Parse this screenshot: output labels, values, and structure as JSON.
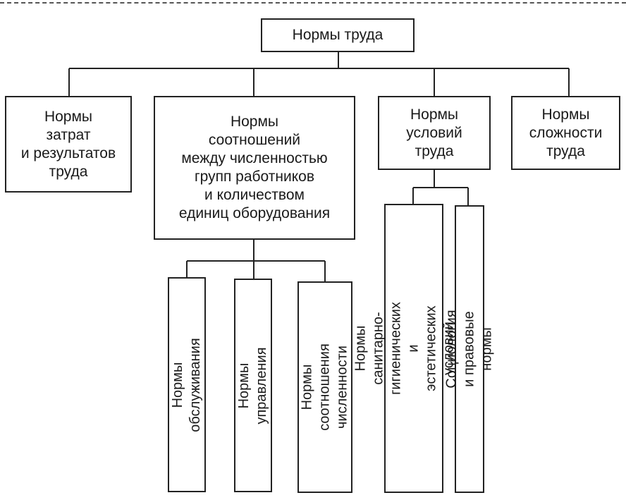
{
  "root": {
    "label": "Нормы труда"
  },
  "categories": [
    {
      "label": "Нормы\nзатрат\nи результатов\nтруда"
    },
    {
      "label": "Нормы\nсоотношений\nмежду численностью\nгрупп работников\nи количеством\nединиц оборудования"
    },
    {
      "label": "Нормы\nусловий\nтруда"
    },
    {
      "label": "Нормы\nсложности\nтруда"
    }
  ],
  "leaves": [
    {
      "label": "Нормы обслуживания"
    },
    {
      "label": "Нормы управления"
    },
    {
      "label": "Нормы соотношения\nчисленности"
    },
    {
      "label": "Нормы санитарно-гигиенических\nи эстетических условий труда"
    },
    {
      "label": "Социология и правовые нормы"
    }
  ]
}
